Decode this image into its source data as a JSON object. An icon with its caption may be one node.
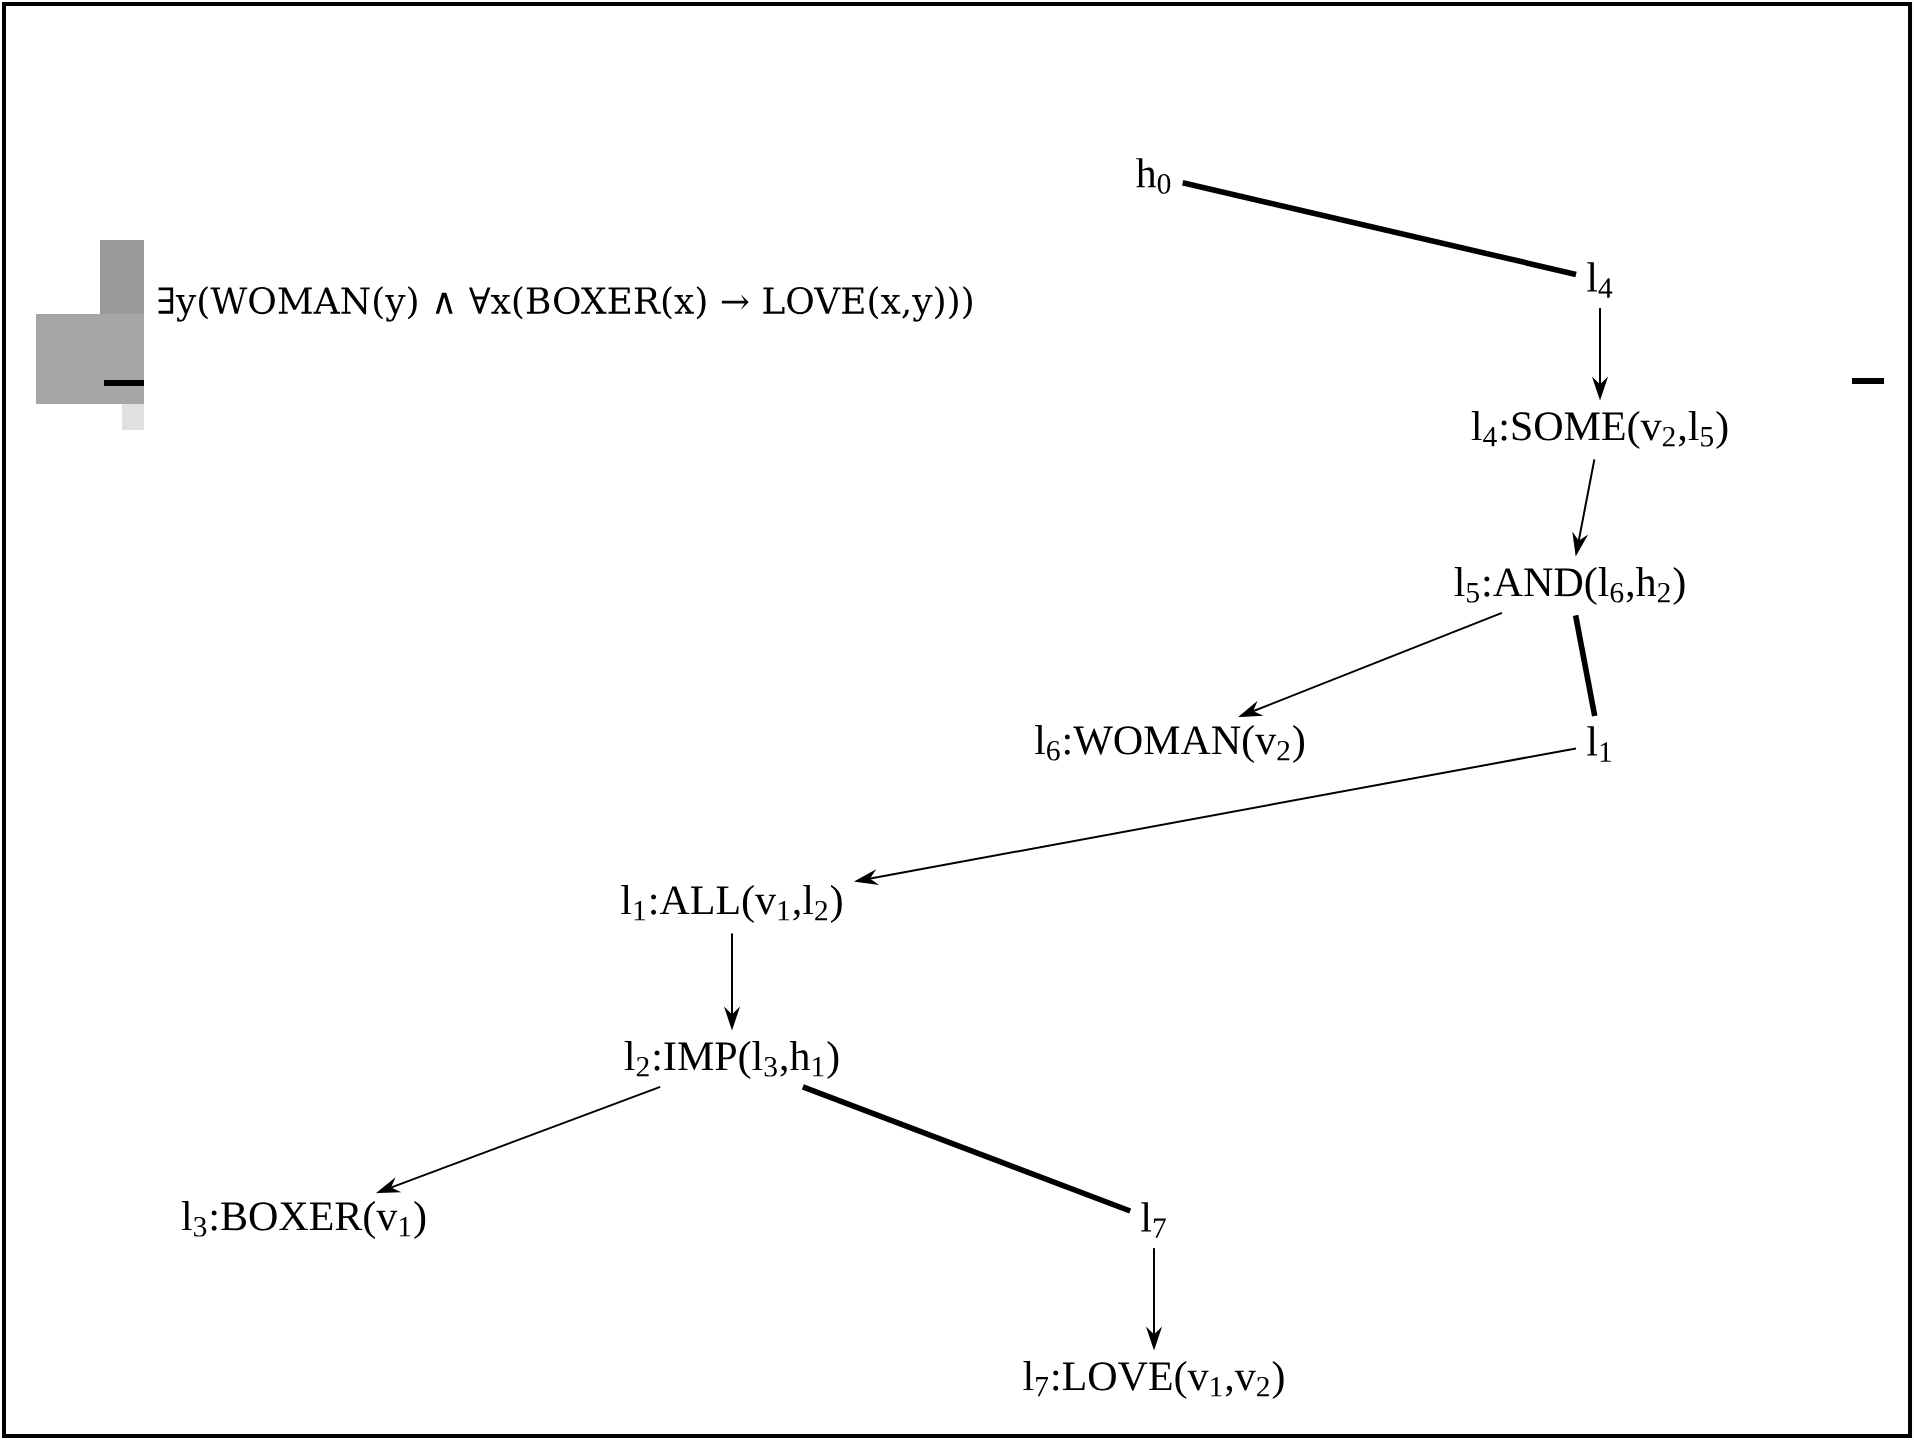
{
  "diagram": {
    "nodes": [
      {
        "text": [
          "h$_{0}$"
        ]
      },
      {
        "text": [
          "l$_{4}$"
        ]
      },
      {
        "text": [
          "l$_{4}$:SOME(v$_{2}$,l$_{5}$)"
        ]
      },
      {
        "text": [
          "l$_{5}$:AND(l$_{6}$,h$_{2}$)"
        ]
      },
      {
        "text": [
          "l$_{6}$:WOMAN(v$_{2}$)"
        ]
      },
      {
        "text": [
          "l$_{1}$"
        ]
      },
      {
        "text": [
          "l$_{1}$:ALL(v$_{1}$,l$_{2}$)"
        ]
      },
      {
        "text": [
          "l$_{2}$:IMP(l$_{3}$,h$_{1}$)"
        ]
      },
      {
        "text": [
          "l$_{3}$:BOXER(v$_{1}$)"
        ]
      },
      {
        "text": [
          "l$_{7}$"
        ]
      },
      {
        "text": [
          "l$_{7}$:LOVE(v$_{1}$,v$_{2}$)"
        ]
      }
    ],
    "edges": [
      {
        "from": 0,
        "to": 1,
        "arrow": "none",
        "style": "thick"
      },
      {
        "from": 1,
        "to": 2,
        "arrow": "to"
      },
      {
        "from": 2,
        "to": 3,
        "arrow": "to"
      },
      {
        "from": 3,
        "to": 4,
        "arrow": "to"
      },
      {
        "from": 3,
        "to": 5,
        "arrow": "none",
        "style": "thick"
      },
      {
        "from": 5,
        "to": 6,
        "arrow": "to"
      },
      {
        "from": 6,
        "to": 7,
        "arrow": "to"
      },
      {
        "from": 7,
        "to": 8,
        "arrow": "to"
      },
      {
        "from": 7,
        "to": 9,
        "arrow": "none",
        "style": "thick"
      },
      {
        "from": 9,
        "to": 10,
        "arrow": "to"
      }
    ],
    "labels": [
      "∃y(WOMAN(y) ∧ ∀x(BOXER(x) → LOVE(x,y)))"
    ]
  }
}
